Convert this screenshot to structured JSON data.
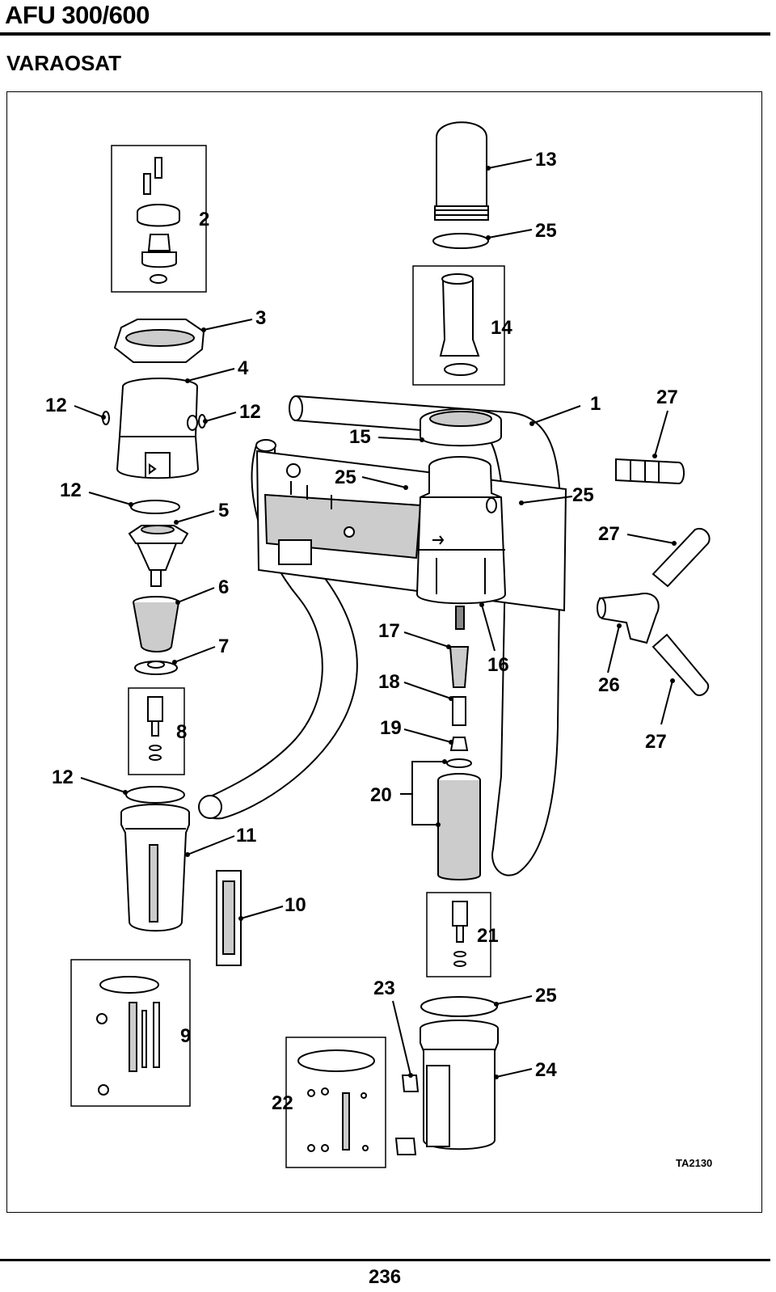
{
  "header": {
    "title": "AFU 300/600",
    "subtitle": "VARAOSAT"
  },
  "diagram": {
    "figure_code": "TA2130",
    "callouts": {
      "c1": "1",
      "c2": "2",
      "c3": "3",
      "c4": "4",
      "c5": "5",
      "c6": "6",
      "c7": "7",
      "c8": "8",
      "c9": "9",
      "c10": "10",
      "c11": "11",
      "c12a": "12",
      "c12b": "12",
      "c12c": "12",
      "c12d": "12",
      "c13": "13",
      "c14": "14",
      "c15": "15",
      "c16": "16",
      "c17": "17",
      "c18": "18",
      "c19": "19",
      "c20": "20",
      "c21": "21",
      "c22": "22",
      "c23": "23",
      "c24": "24",
      "c25a": "25",
      "c25b": "25",
      "c25c": "25",
      "c25d": "25",
      "c26": "26",
      "c27a": "27",
      "c27b": "27",
      "c27c": "27"
    }
  },
  "footer": {
    "page_number": "236"
  }
}
